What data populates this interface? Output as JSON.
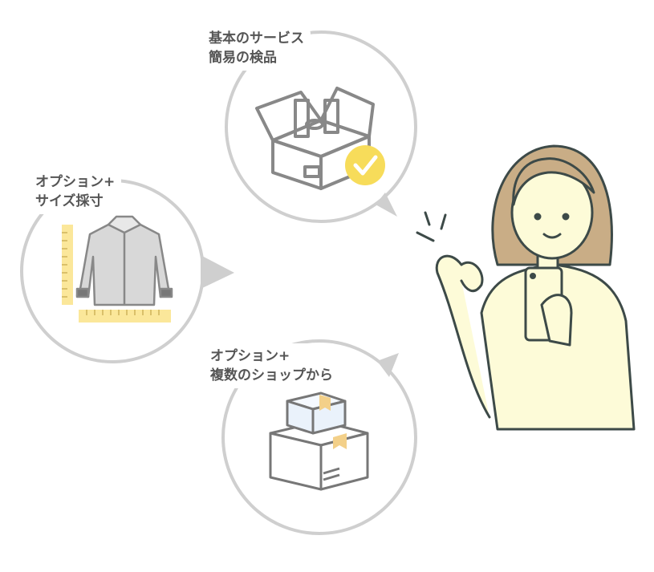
{
  "bubbles": {
    "basic": {
      "line1": "基本のサービス",
      "line2": "簡易の検品"
    },
    "measure": {
      "line1": "オプション+",
      "line2": "サイズ採寸"
    },
    "multi": {
      "line1": "オプション+",
      "line2": "複数のショップから"
    }
  },
  "colors": {
    "circle": "#cfcfcf",
    "check": "#f7dc5a",
    "ruler": "#fbe79a",
    "hair": "#c9ad86",
    "shirt": "#fdfbd8",
    "line": "#3d4a48"
  }
}
